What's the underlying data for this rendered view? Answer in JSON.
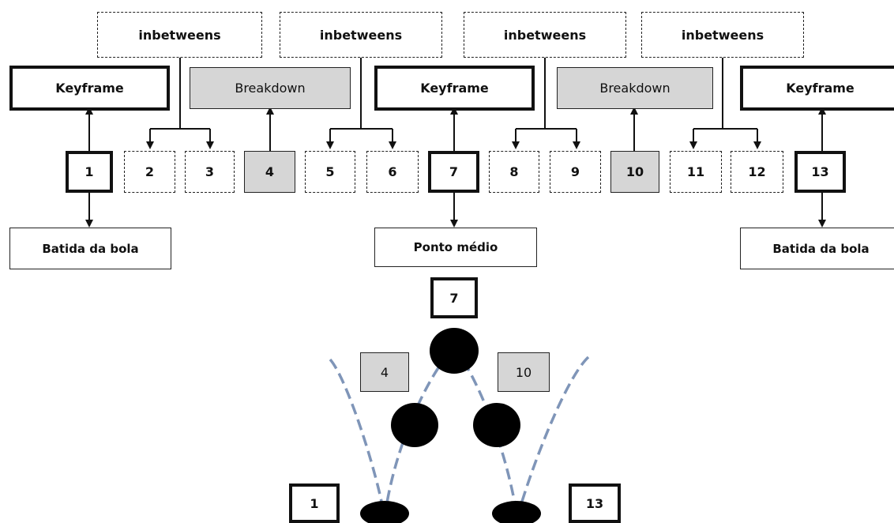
{
  "top_labels": {
    "inbetweens": "inbetweens",
    "keyframe": "Keyframe",
    "breakdown": "Breakdown"
  },
  "frames": [
    "1",
    "2",
    "3",
    "4",
    "5",
    "6",
    "7",
    "8",
    "9",
    "10",
    "11",
    "12",
    "13"
  ],
  "bottom_labels": {
    "batida_left": "Batida da bola",
    "ponto_medio": "Ponto médio",
    "batida_right": "Batida da bola"
  },
  "ball_diagram": {
    "label_7": "7",
    "label_4": "4",
    "label_10": "10",
    "label_1": "1",
    "label_13": "13"
  },
  "colors": {
    "breakdown_fill": "#d6d6d6",
    "arc_dash": "#7f95b8",
    "ball": "#000000"
  }
}
